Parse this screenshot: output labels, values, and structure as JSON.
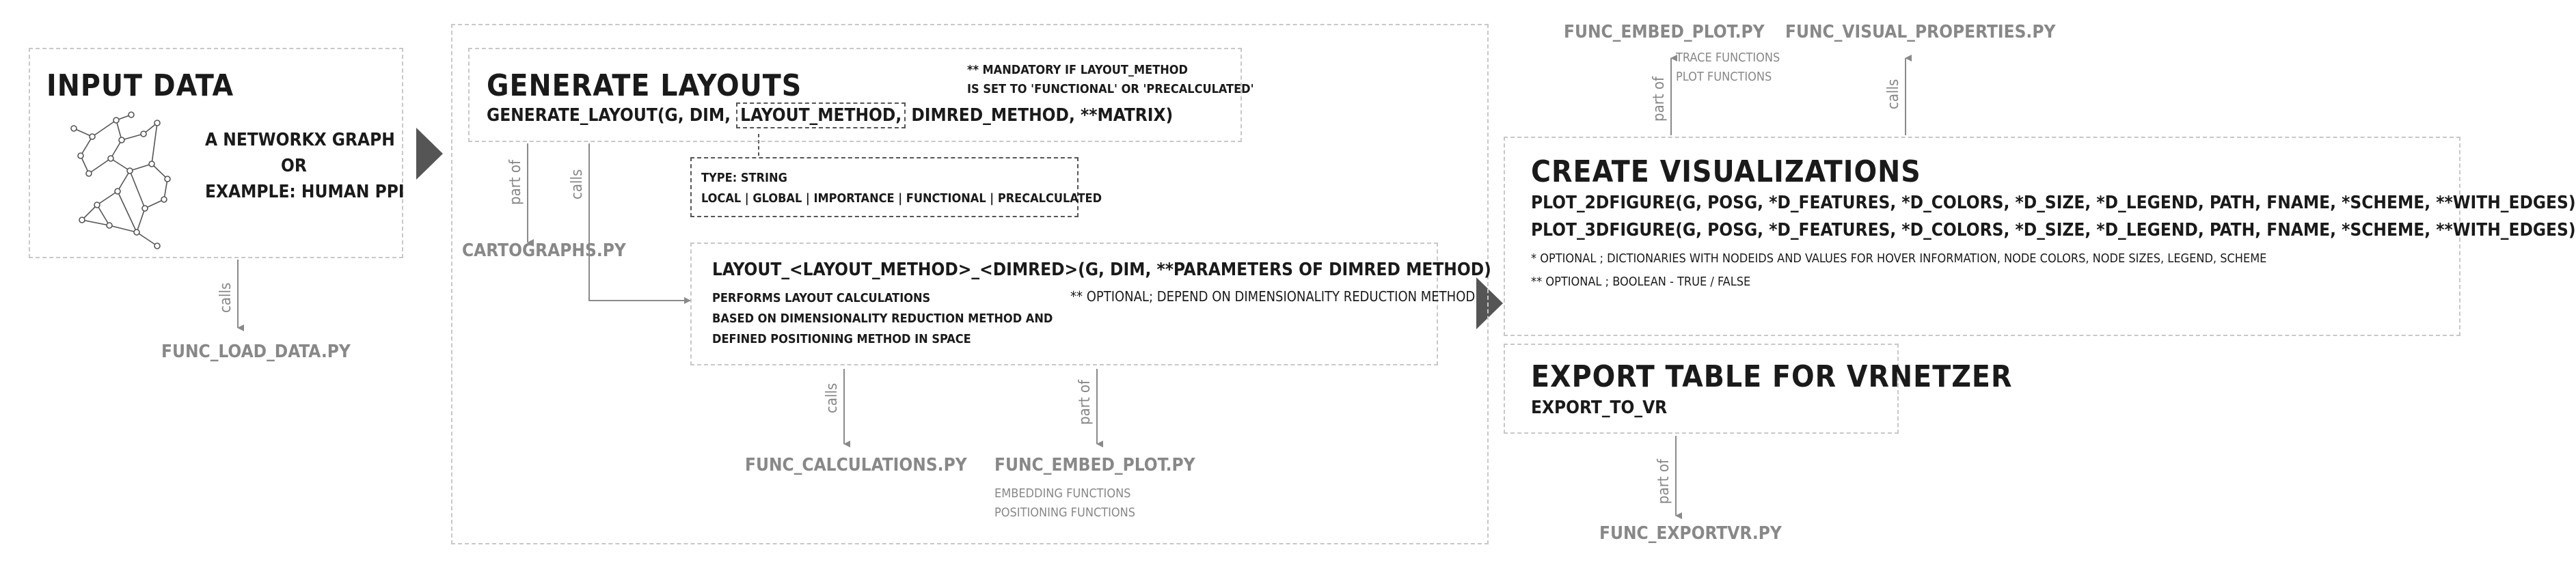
{
  "input": {
    "title": "INPUT DATA",
    "desc": [
      "A NETWORKX GRAPH",
      "OR",
      "EXAMPLE: HUMAN PPI"
    ],
    "file": "FUNC_LOAD_DATA.PY",
    "calls_label": "calls"
  },
  "layouts": {
    "title": "GENERATE LAYOUTS",
    "signature_pre": "GENERATE_LAYOUT(G, DIM,",
    "signature_method": "LAYOUT_METHOD,",
    "signature_post": "DIMRED_METHOD, **MATRIX)",
    "note": [
      "** MANDATORY IF LAYOUT_METHOD",
      "IS SET TO 'FUNCTIONAL' OR 'PRECALCULATED'"
    ],
    "type_box": [
      "TYPE: STRING",
      "LOCAL | GLOBAL | IMPORTANCE | FUNCTIONAL | PRECALCULATED"
    ],
    "partof_label": "part of",
    "calls_label": "calls",
    "cartographs_file": "CARTOGRAPHS.PY",
    "calc": {
      "signature": "LAYOUT_<LAYOUT_METHOD>_<DIMRED>(G, DIM, **PARAMETERS OF DIMRED METHOD)",
      "desc": [
        "PERFORMS LAYOUT CALCULATIONS",
        "BASED ON DIMENSIONALITY REDUCTION METHOD AND",
        "DEFINED POSITIONING METHOD IN SPACE"
      ],
      "note": "** OPTIONAL; DEPEND ON DIMENSIONALITY REDUCTION METHOD"
    },
    "calc_calls_label": "calls",
    "calc_partof_label": "part of",
    "calculations_file": "FUNC_CALCULATIONS.PY",
    "embed_file": "FUNC_EMBED_PLOT.PY",
    "embed_desc": [
      "EMBEDDING FUNCTIONS",
      "POSITIONING FUNCTIONS"
    ]
  },
  "viz": {
    "title": "CREATE VISUALIZATIONS",
    "sig2d": "PLOT_2DFIGURE(G, POSG, *D_FEATURES, *D_COLORS, *D_SIZE, *D_LEGEND, PATH, FNAME, *SCHEME, **WITH_EDGES)",
    "sig3d": "PLOT_3DFIGURE(G, POSG, *D_FEATURES, *D_COLORS, *D_SIZE, *D_LEGEND, PATH, FNAME, *SCHEME, **WITH_EDGES)",
    "note1": "* OPTIONAL ; DICTIONARIES WITH NODEIDS AND VALUES FOR HOVER INFORMATION, NODE COLORS, NODE SIZES, LEGEND, SCHEME",
    "note2": "** OPTIONAL ; BOOLEAN - TRUE / FALSE",
    "embed_file": "FUNC_EMBED_PLOT.PY",
    "embed_desc": [
      "TRACE FUNCTIONS",
      "PLOT FUNCTIONS"
    ],
    "visual_file": "FUNC_VISUAL_PROPERTIES.PY",
    "partof_label": "part of",
    "calls_label": "calls"
  },
  "export": {
    "title": "EXPORT TABLE FOR VRNETZER",
    "signature": "EXPORT_TO_VR",
    "partof_label": "part of",
    "file": "FUNC_EXPORTVR.PY"
  },
  "colors": {
    "arrow": "#8a8a8a",
    "triangle": "#555555",
    "box_border": "#c8c8c8",
    "text": "#1a1a1a",
    "file_text": "#888888"
  }
}
